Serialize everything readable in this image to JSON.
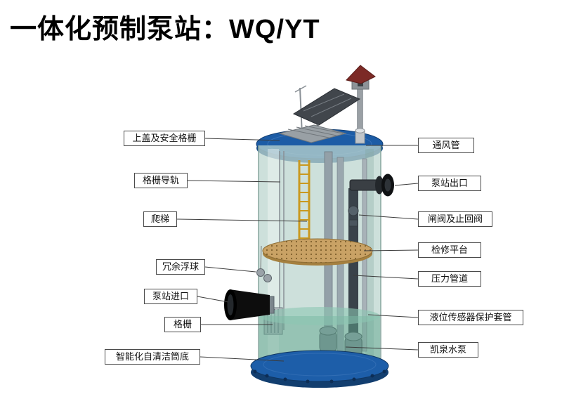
{
  "title": "一体化预制泵站：WQ/YT",
  "diagram": {
    "left_labels": [
      "上盖及安全格栅",
      "格栅导轨",
      "爬梯",
      "冗余浮球",
      "泵站进口",
      "格栅",
      "智能化自清洁筒底"
    ],
    "right_labels": [
      "通风管",
      "泵站出口",
      "闸阀及止回阀",
      "检修平台",
      "压力管道",
      "液位传感器保护套管",
      "凯泉水泵"
    ],
    "colors": {
      "lid_blue": "#1c5ca6",
      "base_blue": "#1d5ea9",
      "tank_glass": "#bcd6cf",
      "water_teal": "#5fa68e",
      "platform_tan": "#c9a265",
      "ladder_yellow": "#c9991f",
      "roof_red": "#7c2a26"
    }
  }
}
